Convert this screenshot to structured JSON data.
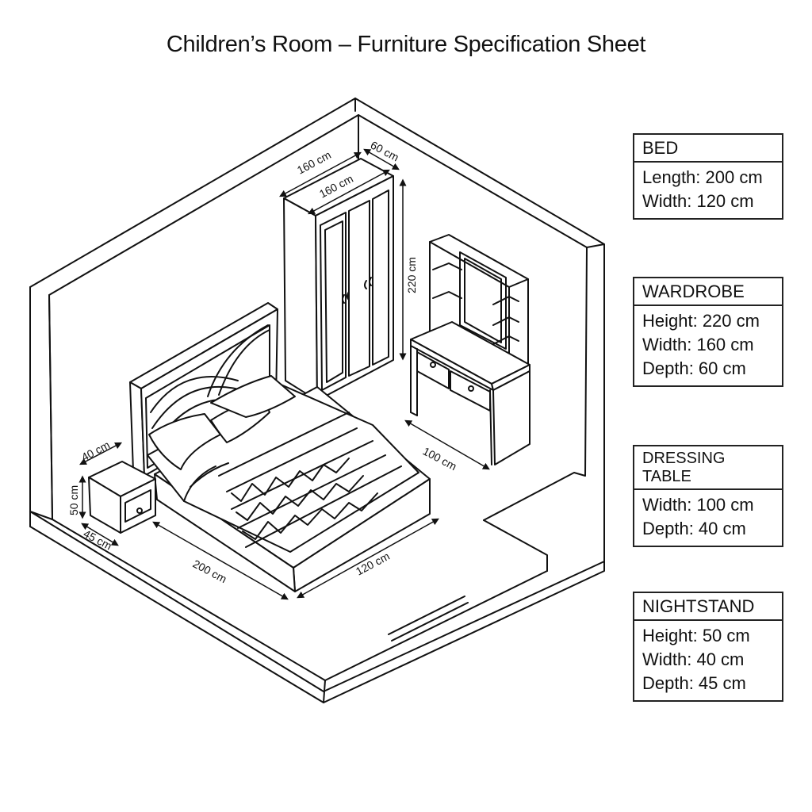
{
  "title": "Children’s Room – Furniture Specification Sheet",
  "dimension_labels": {
    "wardrobe_width_outer": "160 cm",
    "wardrobe_width_inner": "160 cm",
    "wardrobe_depth": "60 cm",
    "wardrobe_height": "220 cm",
    "dressing_table_width": "100 cm",
    "nightstand_width": "40 cm",
    "nightstand_height": "50 cm",
    "nightstand_depth": "45 cm",
    "bed_length": "200 cm",
    "bed_width": "120 cm"
  },
  "specs": [
    {
      "heading": "BED",
      "lines": [
        "Length: 200 cm",
        "Width: 120 cm"
      ]
    },
    {
      "heading": "WARDROBE",
      "lines": [
        "Height: 220 cm",
        "Width: 160 cm",
        "Depth: 60 cm"
      ]
    },
    {
      "heading": "DRESSING TABLE",
      "lines": [
        "Width: 100 cm",
        "Depth: 40 cm"
      ]
    },
    {
      "heading": "NIGHTSTAND",
      "lines": [
        "Height: 50 cm",
        "Width: 40 cm",
        "Depth: 45 cm"
      ]
    }
  ]
}
